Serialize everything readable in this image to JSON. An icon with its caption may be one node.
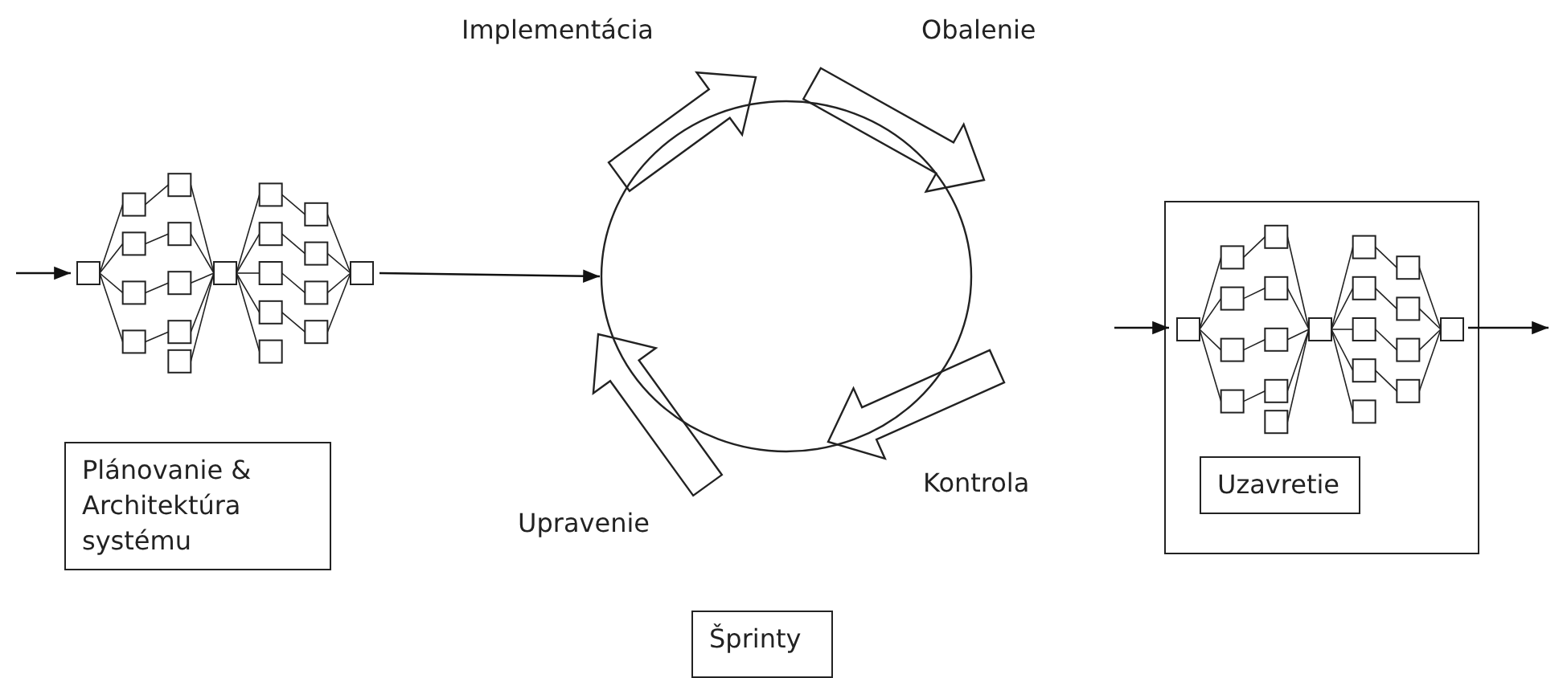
{
  "diagram": {
    "nodes": [
      {
        "text": [
          "Plánovanie & Architektúra systému"
        ]
      },
      {
        "text": [],
        "shape": "picture"
      },
      {
        "text": [],
        "shape": "circle"
      },
      {
        "text": [],
        "shape": "box"
      },
      {
        "text": [],
        "shape": "picture",
        "in": 3
      },
      {
        "text": [
          "Uzavretie"
        ],
        "in": 3
      },
      {
        "text": [
          "Šprinty"
        ]
      }
    ],
    "edges": [
      {
        "from": null,
        "to": 1,
        "arrow": "to"
      },
      {
        "from": 1,
        "to": 2,
        "arrow": "to"
      },
      {
        "from": null,
        "to": 4,
        "arrow": "to"
      },
      {
        "from": 4,
        "to": null,
        "arrow": "to"
      }
    ],
    "labels": [
      "Implementácia",
      "Obalenie",
      "Kontrola",
      "Upravenie"
    ]
  }
}
